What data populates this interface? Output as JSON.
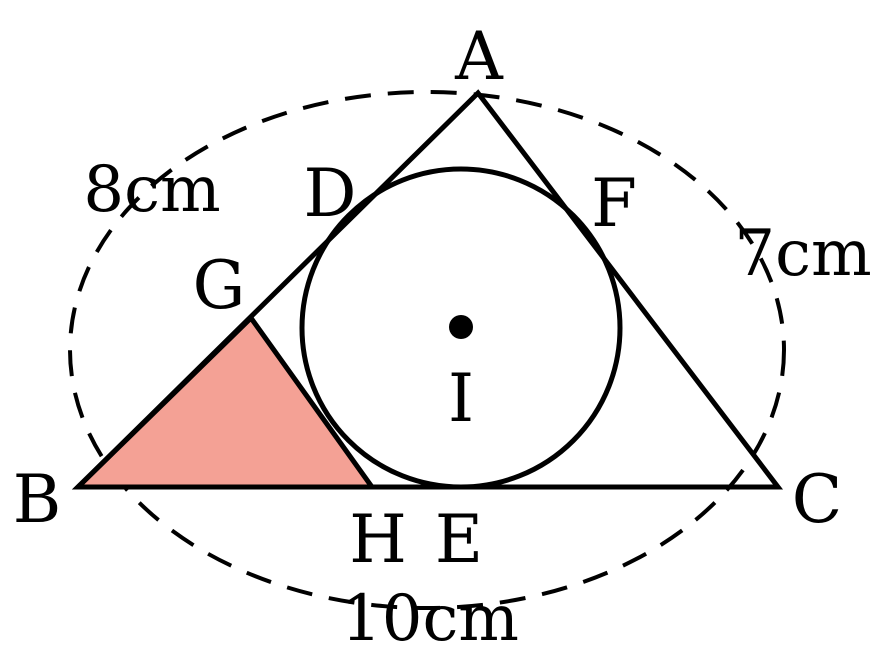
{
  "colors": {
    "line": "#000000",
    "shaded_triangle": "#f4a195",
    "background": "#ffffff"
  },
  "points": {
    "A": "A",
    "B": "B",
    "C": "C",
    "D": "D",
    "E": "E",
    "F": "F",
    "G": "G",
    "H": "H",
    "I": "I"
  },
  "measurements": {
    "AB": "8cm",
    "AC": "7cm",
    "BC": "10cm"
  },
  "figure": {
    "shaded_region": "triangle GBH",
    "outer_curve": "dashed",
    "inner_circle": "incircle with center I tangent at D, E, F"
  }
}
